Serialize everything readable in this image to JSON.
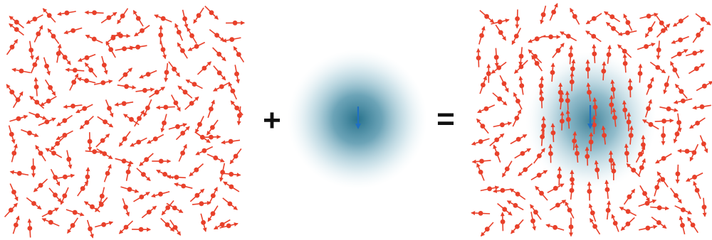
{
  "operators": {
    "plus": "+",
    "equals": "="
  },
  "colors": {
    "spin": "#e8402a",
    "impurity_spin": "#1f6fc2",
    "cloud": "#1d6b86",
    "operator": "#111111",
    "background": "#ffffff"
  },
  "panels": [
    {
      "name": "disordered-spin-lattice",
      "cloud": false,
      "aligned_region": false
    },
    {
      "name": "impurity-spin-with-electron-cloud",
      "cloud": true,
      "impurity_direction": "down"
    },
    {
      "name": "polarized-spin-lattice-with-cloud",
      "cloud": true,
      "aligned_region": true,
      "impurity_direction": "down"
    }
  ]
}
